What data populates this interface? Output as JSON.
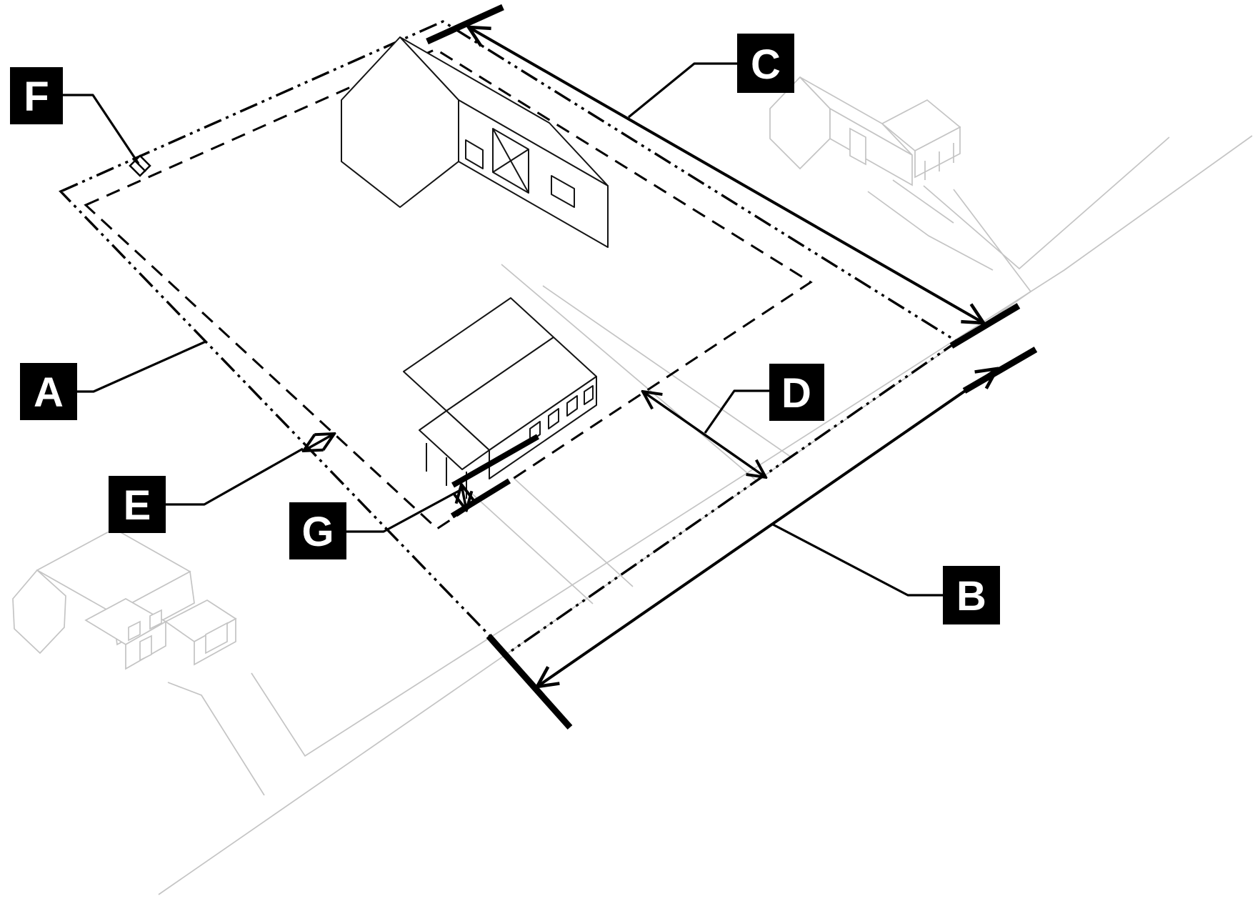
{
  "diagram": {
    "callouts": [
      {
        "letter": "A"
      },
      {
        "letter": "B"
      },
      {
        "letter": "C"
      },
      {
        "letter": "D"
      },
      {
        "letter": "E"
      },
      {
        "letter": "F"
      },
      {
        "letter": "G"
      }
    ],
    "colors": {
      "ink": "#000000",
      "faded": "#c4c4c4",
      "callout_bg": "#000000",
      "callout_text": "#ffffff",
      "background": "#ffffff"
    }
  }
}
